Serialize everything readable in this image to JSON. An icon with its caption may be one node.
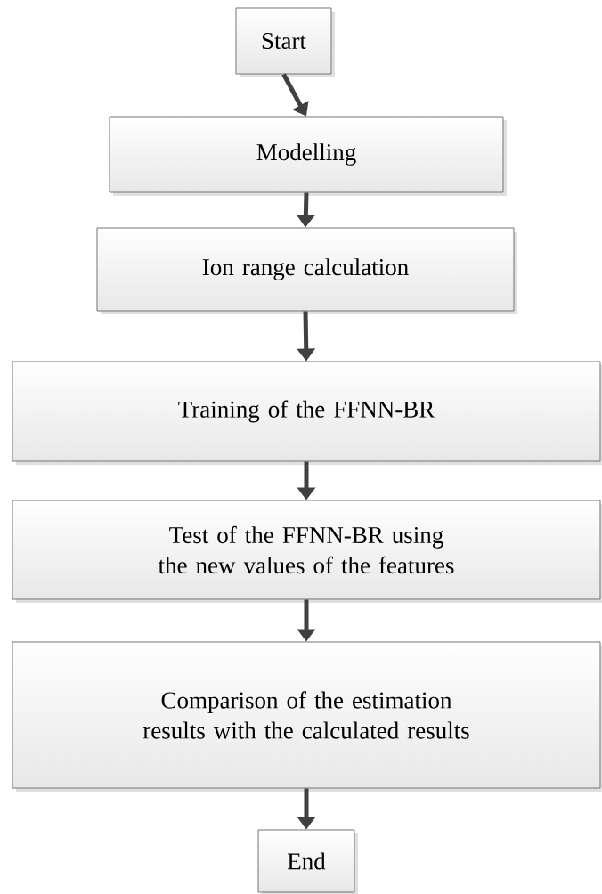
{
  "diagram": {
    "nodes": [
      {
        "text": [
          "Start"
        ]
      },
      {
        "text": [
          "Modelling"
        ]
      },
      {
        "text": [
          "Ion range calculation"
        ]
      },
      {
        "text": [
          "Training of the FFNN-BR"
        ]
      },
      {
        "text": [
          "Test of the FFNN-BR using the new values of the features"
        ]
      },
      {
        "text": [
          "Comparison of the estimation results with the calculated results"
        ]
      },
      {
        "text": [
          "End"
        ]
      }
    ],
    "edges": [
      {
        "from": 0,
        "to": 1,
        "arrow": "to"
      },
      {
        "from": 1,
        "to": 2,
        "arrow": "to"
      },
      {
        "from": 2,
        "to": 3,
        "arrow": "to"
      },
      {
        "from": 3,
        "to": 4,
        "arrow": "to"
      },
      {
        "from": 4,
        "to": 5,
        "arrow": "to"
      },
      {
        "from": 5,
        "to": 6,
        "arrow": "to"
      }
    ]
  }
}
